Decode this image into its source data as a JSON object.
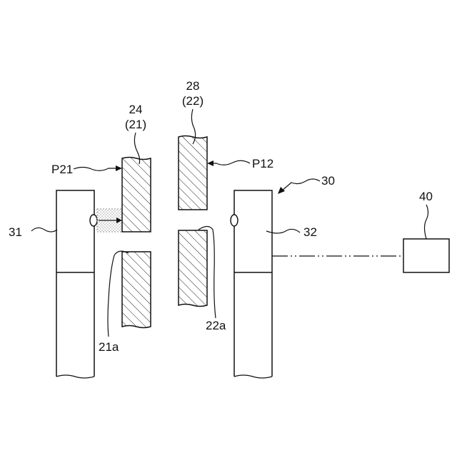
{
  "labels": {
    "ref_24": "24",
    "ref_21_paren": "(21)",
    "ref_28": "28",
    "ref_22_paren": "(22)",
    "ref_P21": "P21",
    "ref_P12": "P12",
    "ref_30": "30",
    "ref_40": "40",
    "ref_31": "31",
    "ref_32": "32",
    "ref_21a": "21a",
    "ref_22a": "22a"
  },
  "colors": {
    "line": "#111111",
    "hatch": "#222222",
    "stipple": "#888888",
    "background": "#ffffff"
  }
}
